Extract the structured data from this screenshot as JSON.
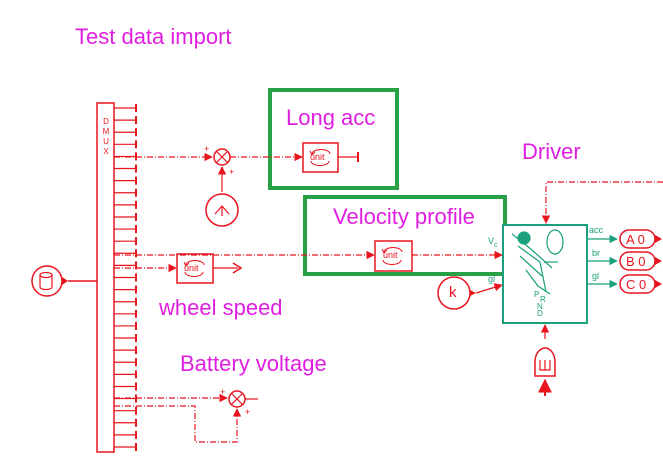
{
  "labels": {
    "title": "Test data import",
    "long_acc": "Long acc",
    "driver": "Driver",
    "velocity_profile": "Velocity profile",
    "wheel_speed": "wheel speed",
    "battery_voltage": "Battery voltage"
  },
  "demux": {
    "letters": [
      "D",
      "M",
      "U",
      "X"
    ]
  },
  "unit_blocks": {
    "label": "unit"
  },
  "sum_signs": {
    "plus": "+"
  },
  "gain": {
    "label": "k"
  },
  "driver_block": {
    "port_vc": "V",
    "port_vc_sub": "c",
    "port_gl_in": "gl",
    "port_acc": "acc",
    "port_br": "br",
    "port_gl_out": "gl",
    "gear": [
      "P",
      "R",
      "N",
      "D"
    ]
  },
  "outports": [
    {
      "letter": "A",
      "num": "0"
    },
    {
      "letter": "B",
      "num": "0"
    },
    {
      "letter": "C",
      "num": "0"
    }
  ],
  "colors": {
    "signal": "#e8141e",
    "driver": "#1aa07c",
    "highlight": "#27a046",
    "label": "#e01ee0"
  },
  "icons": [
    "database-icon",
    "signal-generator-icon",
    "driver-seat-icon",
    "pedal-input-icon"
  ]
}
